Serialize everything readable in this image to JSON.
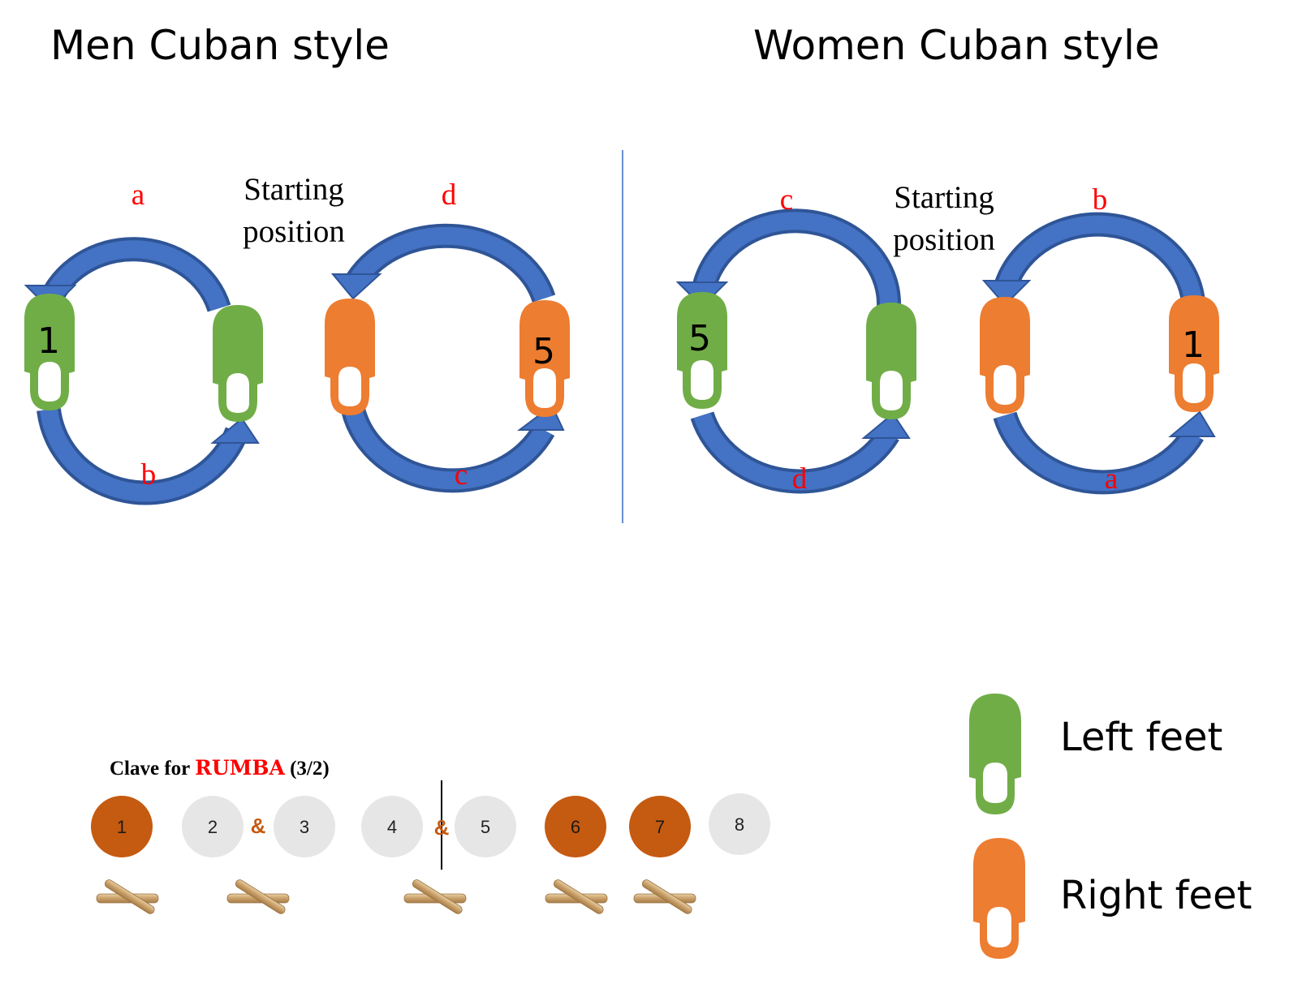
{
  "colors": {
    "left_foot": "#70ad47",
    "right_foot": "#ed7d31",
    "arrow_fill": "#4472c4",
    "arrow_dark": "#2f5597",
    "step_label": "#ff0000",
    "accent_beat": "#c55a11",
    "plain_beat": "#e6e6e6",
    "ampersand": "#c55a11"
  },
  "men": {
    "title": "Men Cuban style",
    "starting_line1": "Starting",
    "starting_line2": "position",
    "labels": [
      "a",
      "b",
      "c",
      "d"
    ],
    "numbers": [
      "1",
      "5"
    ]
  },
  "women": {
    "title": "Women Cuban style",
    "starting_line1": "Starting",
    "starting_line2": "position",
    "labels": [
      "c",
      "d",
      "a",
      "b"
    ],
    "numbers": [
      "5",
      "1"
    ]
  },
  "clave": {
    "title_prefix": "Clave for ",
    "title_highlight": "RUMBA",
    "title_suffix": " (3/2)",
    "ampersand": "&",
    "beats": [
      {
        "label": "1",
        "accent": true
      },
      {
        "label": "2",
        "accent": false
      },
      {
        "label": "3",
        "accent": false
      },
      {
        "label": "4",
        "accent": false
      },
      {
        "label": "5",
        "accent": false
      },
      {
        "label": "6",
        "accent": true
      },
      {
        "label": "7",
        "accent": true
      },
      {
        "label": "8",
        "accent": false
      }
    ]
  },
  "legend": {
    "left_label": "Left feet",
    "right_label": "Right feet"
  }
}
